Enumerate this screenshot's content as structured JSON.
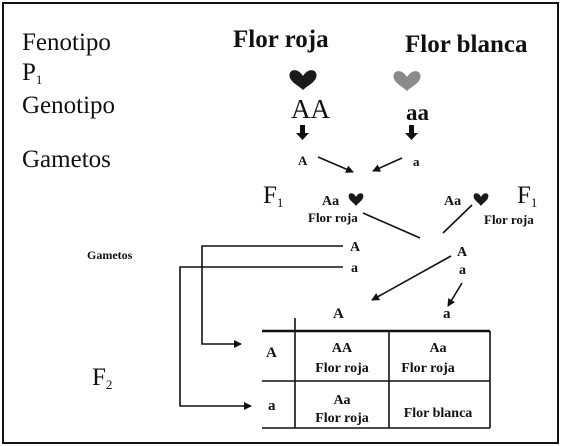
{
  "labels": {
    "phenotype": "Fenotipo",
    "p1": "P",
    "p1_sub": "1",
    "genotype": "Genotipo",
    "gametes": "Gametos",
    "gametes_small": "Gametos",
    "f1": "F",
    "f1_sub": "1",
    "f2": "F",
    "f2_sub": "2"
  },
  "parents": {
    "red_title": "Flor roja",
    "white_title": "Flor blanca",
    "red_genotype": "AA",
    "white_genotype": "aa",
    "red_gamete": "A",
    "white_gamete": "a"
  },
  "f1": {
    "left_genotype": "Aa",
    "left_phenotype": "Flor roja",
    "right_genotype": "Aa",
    "right_phenotype": "Flor roja"
  },
  "f1_gametes": {
    "left": [
      "A",
      "a"
    ],
    "right": [
      "A",
      "a"
    ]
  },
  "punnett": {
    "col_headers": [
      "A",
      "a"
    ],
    "row_headers": [
      "A",
      "a"
    ],
    "cells": [
      [
        {
          "genotype": "AA",
          "phenotype": "Flor roja"
        },
        {
          "genotype": "Aa",
          "phenotype": "Flor roja"
        }
      ],
      [
        {
          "genotype": "Aa",
          "phenotype": "Flor roja"
        },
        {
          "genotype": "",
          "phenotype": "Flor blanca"
        }
      ]
    ]
  },
  "colors": {
    "red_flower": "#1a1a1a",
    "white_flower": "#8a8a8a",
    "line": "#111111"
  },
  "icons": {
    "red_flower": "heart-flower-icon",
    "white_flower": "heart-flower-icon"
  }
}
